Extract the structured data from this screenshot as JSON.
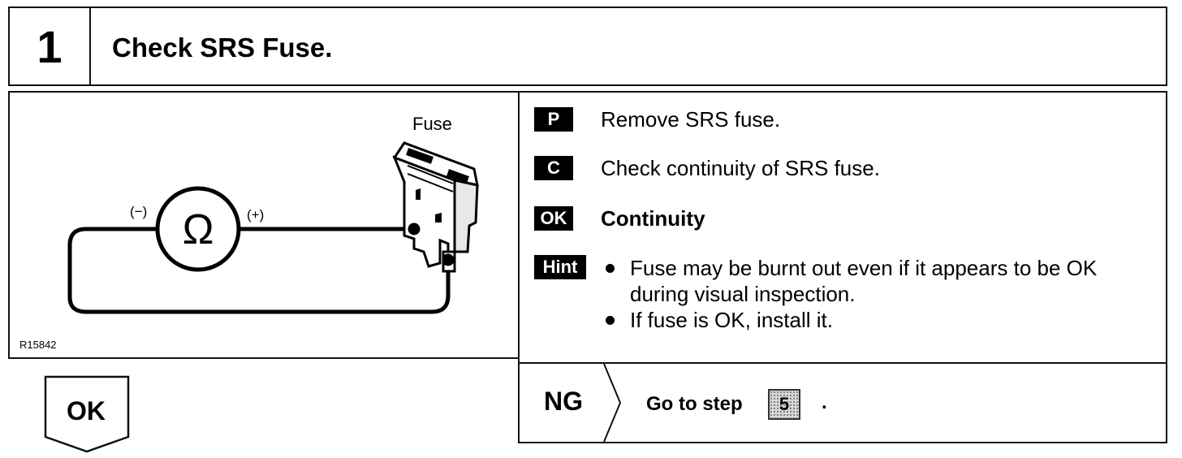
{
  "header": {
    "step_number": "1",
    "title": "Check SRS Fuse."
  },
  "figure": {
    "fuse_label": "Fuse",
    "probe_negative": "(−)",
    "probe_positive": "(+)",
    "meter_symbol": "Ω",
    "figure_id": "R15842"
  },
  "instructions": {
    "prepare": {
      "badge": "P",
      "text": "Remove SRS fuse."
    },
    "check": {
      "badge": "C",
      "text": "Check continuity of SRS fuse."
    },
    "ok_spec": {
      "badge": "OK",
      "text": "Continuity"
    },
    "hint": {
      "badge": "Hint",
      "items": [
        "Fuse may be burnt out even if it appears to be OK during visual inspection.",
        "If fuse is OK, install it."
      ]
    }
  },
  "result_ng": {
    "label": "NG",
    "goto_text": "Go to step",
    "goto_step": "5",
    "period": "."
  },
  "result_ok": {
    "label": "OK"
  }
}
